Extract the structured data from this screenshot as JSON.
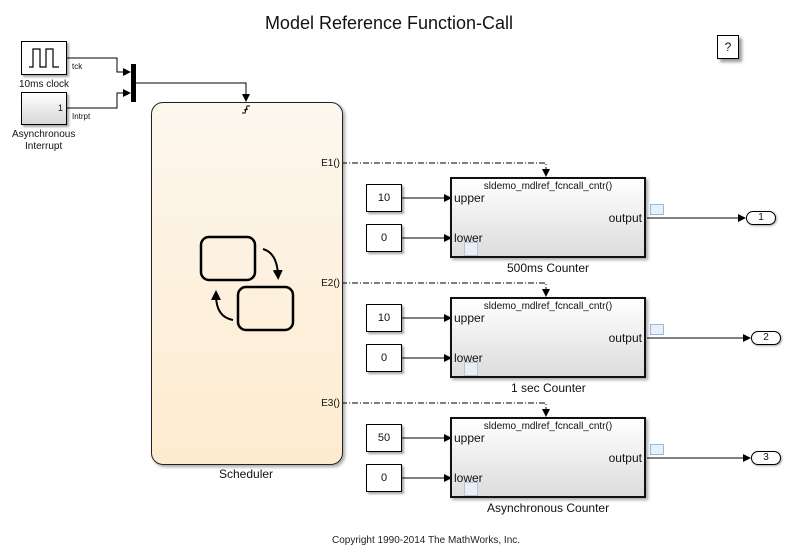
{
  "title": "Model Reference Function-Call",
  "copyright": "Copyright 1990-2014 The MathWorks, Inc.",
  "help_button": {
    "label": "?",
    "icon": "help-icon"
  },
  "sources": [
    {
      "name": "10ms clock",
      "signal": "tck",
      "icon": "pulse-generator-icon"
    },
    {
      "name_lines": [
        "Asynchronous",
        "Interrupt"
      ],
      "value": "1",
      "signal": "Intrpt"
    }
  ],
  "mux": {
    "icon": "mux-bar-icon"
  },
  "scheduler": {
    "name": "Scheduler",
    "trigger_icon": "rising-edge-trigger-icon",
    "events": [
      "E1()",
      "E2()",
      "E3()"
    ],
    "icon": "stateflow-chart-icon"
  },
  "counters": [
    {
      "name": "500ms Counter",
      "model": "sldemo_mdlref_fcncall_cntr()",
      "upper_value": "10",
      "lower_value": "0",
      "in1": "upper",
      "in2": "lower",
      "out": "output",
      "outport": "1"
    },
    {
      "name": "1 sec Counter",
      "model": "sldemo_mdlref_fcncall_cntr()",
      "upper_value": "10",
      "lower_value": "0",
      "in1": "upper",
      "in2": "lower",
      "out": "output",
      "outport": "2"
    },
    {
      "name": "Asynchronous Counter",
      "model": "sldemo_mdlref_fcncall_cntr()",
      "upper_value": "50",
      "lower_value": "0",
      "in1": "upper",
      "in2": "lower",
      "out": "output",
      "outport": "3"
    }
  ],
  "colors": {
    "chart_fill_top": "#fdf7ee",
    "chart_fill_bottom": "#fdebcf",
    "line": "#000000",
    "indicator": "#9cb8d8"
  }
}
